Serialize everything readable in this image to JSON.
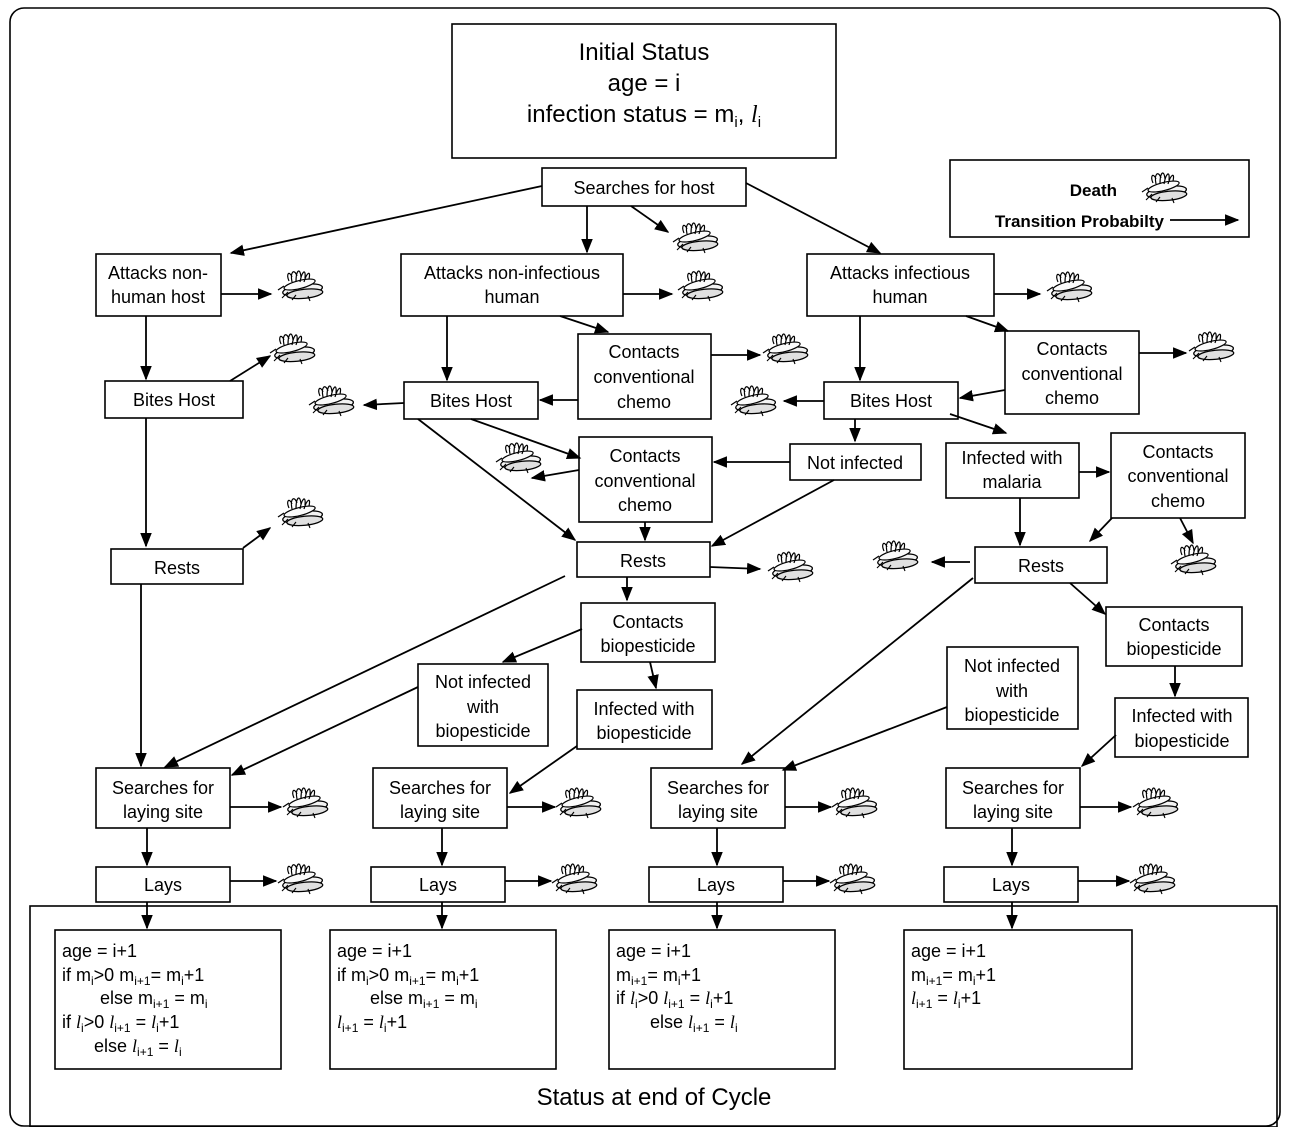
{
  "figure": {
    "initial_status": {
      "title": "Initial Status",
      "age_line": "age = i",
      "infection_prefix": "infection status = m",
      "infection_sub1": "i",
      "infection_sep": ", ",
      "infection_l": "l",
      "infection_sub2": "i"
    },
    "legend": {
      "death_label": "Death",
      "transition_label": "Transition Probabilty"
    },
    "nodes": {
      "searches_host": "Searches for host",
      "attacks_nonhuman": [
        "Attacks non-",
        "human host"
      ],
      "attacks_noninfectious": [
        "Attacks non-infectious",
        "human"
      ],
      "attacks_infectious": [
        "Attacks infectious",
        "human"
      ],
      "bites_host_1": "Bites Host",
      "bites_host_2": "Bites Host",
      "bites_host_3": "Bites Host",
      "chemo_a": [
        "Contacts",
        "conventional",
        "chemo"
      ],
      "chemo_b": [
        "Contacts",
        "conventional",
        "chemo"
      ],
      "chemo_c": [
        "Contacts",
        "conventional",
        "chemo"
      ],
      "chemo_d": [
        "Contacts",
        "conventional",
        "chemo"
      ],
      "not_infected": "Not infected",
      "infected_malaria": [
        "Infected with",
        "malaria"
      ],
      "rests_1": "Rests",
      "rests_2": "Rests",
      "rests_3": "Rests",
      "contacts_bio_1": [
        "Contacts",
        "biopesticide"
      ],
      "contacts_bio_2": [
        "Contacts",
        "biopesticide"
      ],
      "not_inf_bio_1": [
        "Not infected",
        "with",
        "biopesticide"
      ],
      "not_inf_bio_2": [
        "Not infected",
        "with",
        "biopesticide"
      ],
      "inf_bio_1": [
        "Infected with",
        "biopesticide"
      ],
      "inf_bio_2": [
        "Infected with",
        "biopesticide"
      ],
      "laying_1": [
        "Searches for",
        "laying site"
      ],
      "laying_2": [
        "Searches for",
        "laying site"
      ],
      "laying_3": [
        "Searches for",
        "laying site"
      ],
      "laying_4": [
        "Searches for",
        "laying site"
      ],
      "lays_1": "Lays",
      "lays_2": "Lays",
      "lays_3": "Lays",
      "lays_4": "Lays"
    },
    "end_status": {
      "title": "Status at end of Cycle",
      "box1": [
        "age = i+1",
        "if  m_i>0  m_i+1= m_i+1",
        "else  m_i+1 = m_i",
        "if  l_i>0    l_i+1 = l_i+1",
        "else  l_i+1 = l_i"
      ],
      "box2": [
        "age = i+1",
        "if m_i>0  m_i+1= m_i+1",
        "else   m_i+1 = m_i",
        "l_i+1 = l_i+1"
      ],
      "box3": [
        "age = i+1",
        "m_i+1= m_i+1",
        "if l_i>0     l_i+1 = l_i+1",
        "else  l_i+1 = l_i"
      ],
      "box4": [
        "age = i+1",
        "m_i+1= m_i+1",
        "l_i+1 = l_i+1"
      ]
    }
  }
}
